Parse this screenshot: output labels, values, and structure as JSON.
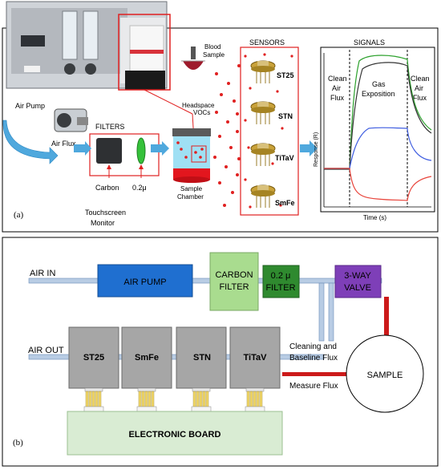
{
  "panel_a": {
    "label": "(a)",
    "air_pump": "Air Pump",
    "air_flux": "Air Flux",
    "filters_title": "FILTERS",
    "carbon": "Carbon",
    "filter_size": "0.2μ",
    "touchscreen_line1": "Touchscreen",
    "touchscreen_line2": "Monitor",
    "blood_line1": "Blood",
    "blood_line2": "Sample",
    "headspace_line1": "Headspace",
    "headspace_line2": "VOCs",
    "chamber_line1": "Sample",
    "chamber_line2": "Chamber",
    "sensors_title": "SENSORS",
    "sensors": [
      {
        "name": "ST25",
        "color": "#000000"
      },
      {
        "name": "STN",
        "color": "#2aa02a"
      },
      {
        "name": "TiTaV",
        "color": "#2f8fd8"
      },
      {
        "name": "SmFe",
        "color": "#e02020"
      }
    ],
    "signals_title": "SIGNALS",
    "clean_left": [
      "Clean",
      "Air",
      "Flux"
    ],
    "gas_exposition": [
      "Gas",
      "Exposition"
    ],
    "clean_right": [
      "Clean",
      "Air",
      "Flux"
    ],
    "y_axis_label": "Response (R)",
    "x_axis_label": "Time (s)"
  },
  "panel_b": {
    "label": "(b)",
    "air_in": "AIR IN",
    "air_out": "AIR OUT",
    "air_pump": "AIR PUMP",
    "carbon_filter_line1": "CARBON",
    "carbon_filter_line2": "FILTER",
    "filter_line1": "0.2 μ",
    "filter_line2": "FILTER",
    "valve_line1": "3-WAY",
    "valve_line2": "VALVE",
    "sensors": [
      {
        "name": "ST25",
        "color": "#000000"
      },
      {
        "name": "SmFe",
        "color": "#e02020"
      },
      {
        "name": "STN",
        "color": "#7ed957"
      },
      {
        "name": "TiTaV",
        "color": "#1e73d2"
      }
    ],
    "cleaning_line1": "Cleaning and",
    "cleaning_line2": "Baseline Flux",
    "measure_flux": "Measure Flux",
    "sample": "SAMPLE",
    "electronic_board": "ELECTRONIC BOARD",
    "colors": {
      "air_pump": "#1f6fd0",
      "carbon_filter": "#a9dc8f",
      "micro_filter": "#2f8a2f",
      "valve": "#7e3fb8",
      "board": "#d9ecd3",
      "sensor_box": "#a6a6a6",
      "blue_pipe": "#b8cce4",
      "red_pipe": "#cc1a1a"
    }
  }
}
